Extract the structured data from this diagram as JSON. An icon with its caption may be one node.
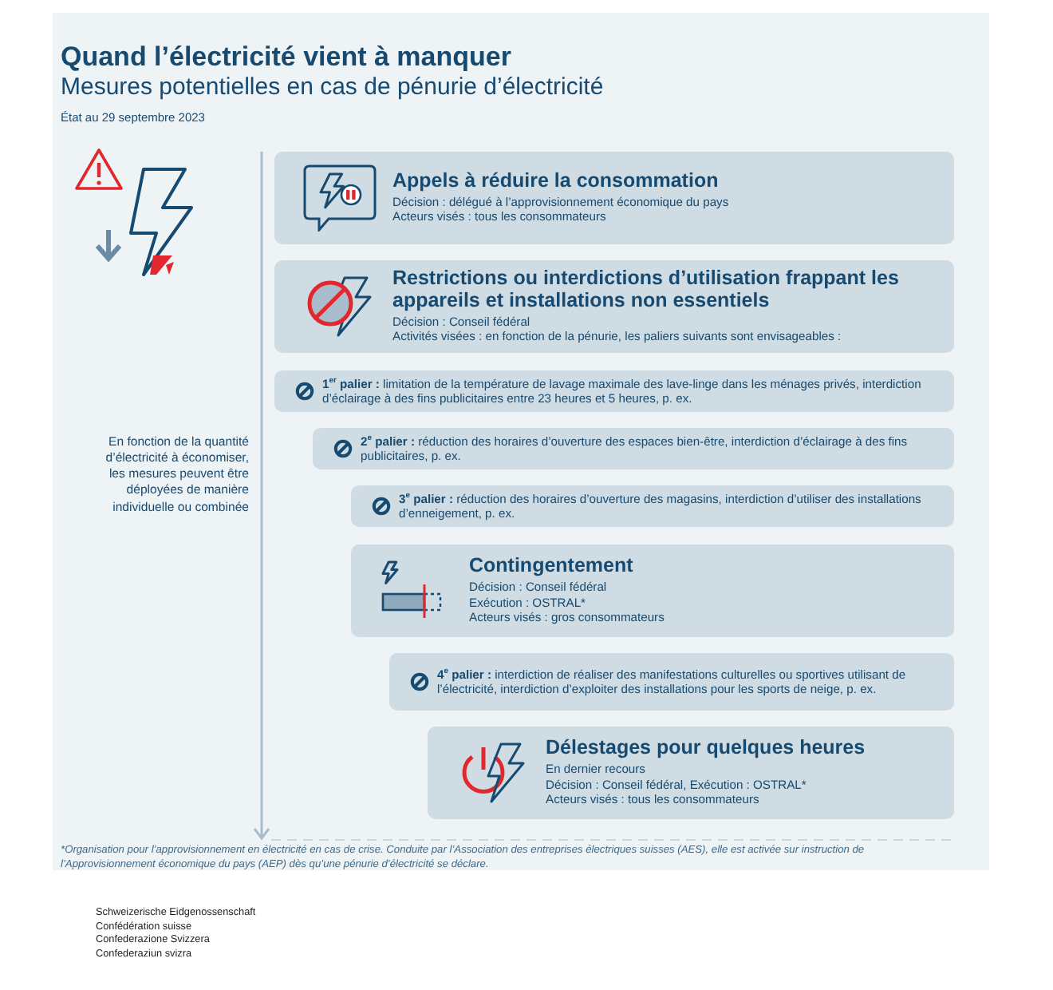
{
  "diagram": {
    "title": "Quand l’électricité vient à manquer",
    "nodes": [
      {
        "text": [
          "Appels à réduire la consommation",
          "Décision : délégué à l’approvisionnement économique du pays",
          "Acteurs visés : tous les consommateurs"
        ]
      },
      {
        "text": [
          "Restrictions ou interdictions d’utilisation frappant les appareils et installations non essentiels",
          "Décision : Conseil fédéral",
          "Activités visées : en fonction de la pénurie, les paliers suivants sont envisageables :"
        ]
      },
      {
        "text": [
          "**1$^{er}$ palier :** limitation de la température de lavage maximale des lave-linge dans les ménages privés, interdiction d’éclairage à des fins publicitaires entre 23 heures et 5 heures, p. ex."
        ]
      },
      {
        "text": [
          "**2$^{e}$ palier :** réduction des horaires d’ouverture des espaces bien-être, interdiction d’éclairage à des fins publicitaires, p. ex."
        ]
      },
      {
        "text": [
          "**3$^{e}$ palier :** réduction des horaires d’ouverture des magasins, interdiction d’utiliser des installations d’enneigement, p. ex."
        ]
      },
      {
        "text": [
          "Contingentement",
          "Décision : Conseil fédéral",
          "Exécution : OSTRAL*",
          "Acteurs visés : gros consommateurs"
        ]
      },
      {
        "text": [
          "**4$^{e}$ palier :** interdiction de réaliser des manifestations culturelles ou sportives utilisant de l’électricité, interdiction d’exploiter des installations pour les sports de neige, p. ex."
        ]
      },
      {
        "text": [
          "Délestages pour quelques heures",
          "En dernier recours",
          "Décision : Conseil fédéral, Exécution : OSTRAL*",
          "Acteurs visés : tous les consommateurs"
        ]
      }
    ],
    "labels": [
      "Mesures potentielles en cas de pénurie d’électricité",
      "État au 29 septembre 2023",
      "En fonction de la quantité d’électricité à économiser, les mesures peuvent être déployées de manière individuelle ou combinée",
      "*Organisation pour l’approvisionnement en électricité en cas de crise. Conduite par l’Association des entreprises électriques suisses (AES), elle est activée sur instruction de l’Approvisionnement économique du pays (AEP) dès qu’une pénurie d’électricité se déclare.",
      "Schweizerische Eidgenossenschaft",
      "Confédération suisse",
      "Confederazione Svizzera",
      "Confederaziun svizra"
    ]
  }
}
